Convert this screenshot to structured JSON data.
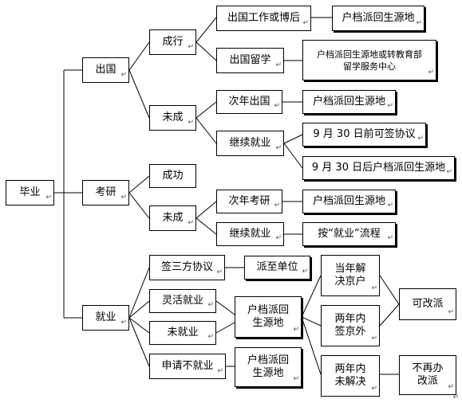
{
  "nodes": {
    "root": "毕业",
    "abroad": "出国",
    "kaoyan": "考研",
    "employ": "就业",
    "success": "成行",
    "fail": "未成",
    "work_abroad": "出国工作或博后",
    "study_abroad": "出国留学",
    "hukou_return_1": "户档派回生源地",
    "hukou_or_transfer": "户档派回生源地或转教育部留学服务中心",
    "next_year_abroad": "次年出国",
    "hukou_return_2": "户档派回生源地",
    "continue_job_1": "继续就业",
    "before_sep30": "9 月 30 日前可签协议",
    "after_sep30": "9 月 30 日后户档派回生源地",
    "kaoyan_success": "成功",
    "kaoyan_fail": "未成",
    "next_year_kaoyan": "次年考研",
    "hukou_return_3": "户档派回生源地",
    "continue_job_2": "继续就业",
    "follow_job_flow": "按“就业”流程",
    "tripartite": "签三方协议",
    "to_employer": "派至单位",
    "flexible_job": "灵活就业",
    "unemployed": "未就业",
    "hukou_return_4": "户档派回生源地",
    "apply_no_job": "申请不就业",
    "hukou_return_5": "户档派回生源地",
    "solve_beijing_hukou": "当年解决京户",
    "two_years_outside": "两年内签京外",
    "two_years_unsolved": "两年内未解决",
    "can_reassign": "可改派",
    "no_more_reassign": "不再办改派"
  },
  "para_mark": "↵"
}
